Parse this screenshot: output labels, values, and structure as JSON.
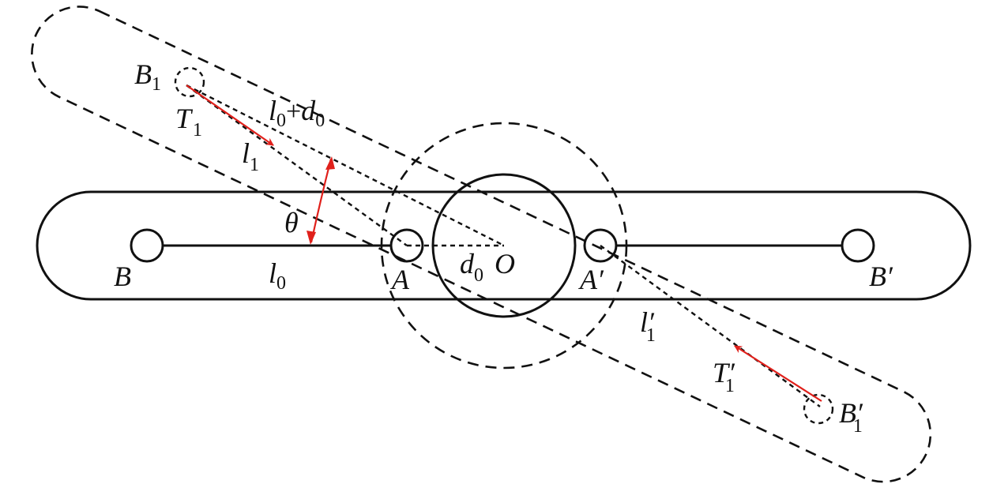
{
  "labels": {
    "B1": "B",
    "B1_sub": "1",
    "T1": "T",
    "T1_sub": "1",
    "l0_plus_d0_l": "l",
    "l0_plus_d0_l_sub": "0",
    "l0_plus_d0_plus": "+",
    "l0_plus_d0_d": "d",
    "l0_plus_d0_d_sub": "0",
    "l1": "l",
    "l1_sub": "1",
    "theta": "θ",
    "B": "B",
    "l0": "l",
    "l0_sub": "0",
    "A": "A",
    "d0": "d",
    "d0_sub": "0",
    "O": "O",
    "A_prime": "A′",
    "B_prime": "B′",
    "l1_prime": "l′",
    "l1_prime_sub": "1",
    "T1_prime": "T′",
    "T1_prime_sub": "1",
    "B1_prime": "B′",
    "B1_prime_sub": "1"
  },
  "colors": {
    "line": "#111111",
    "arrow": "#e0201b",
    "background": "#ffffff"
  }
}
